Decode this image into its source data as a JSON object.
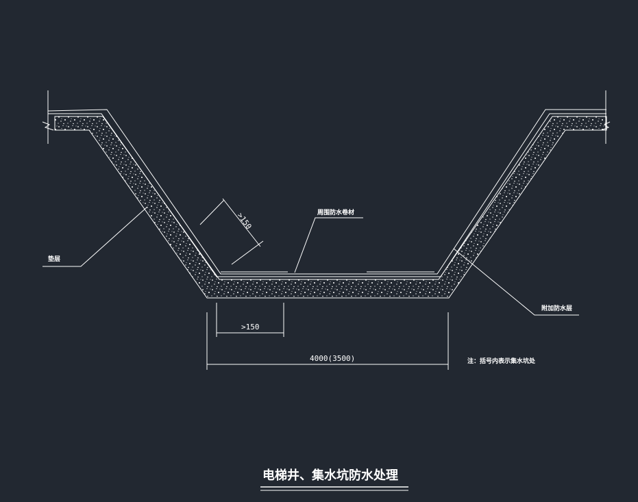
{
  "drawing": {
    "title": "电梯井、集水坑防水处理",
    "labels": {
      "cushion": "垫层",
      "perimeter_membrane": "周围防水卷材",
      "additional_layer": "附加防水层",
      "note": "注：括号内表示集水坑处"
    },
    "dimensions": {
      "slope_overlap": ">150",
      "bottom_overlap": ">150",
      "total_width": "4000(3500)"
    }
  },
  "colors": {
    "background": "#222831",
    "line": "#ffffff"
  }
}
